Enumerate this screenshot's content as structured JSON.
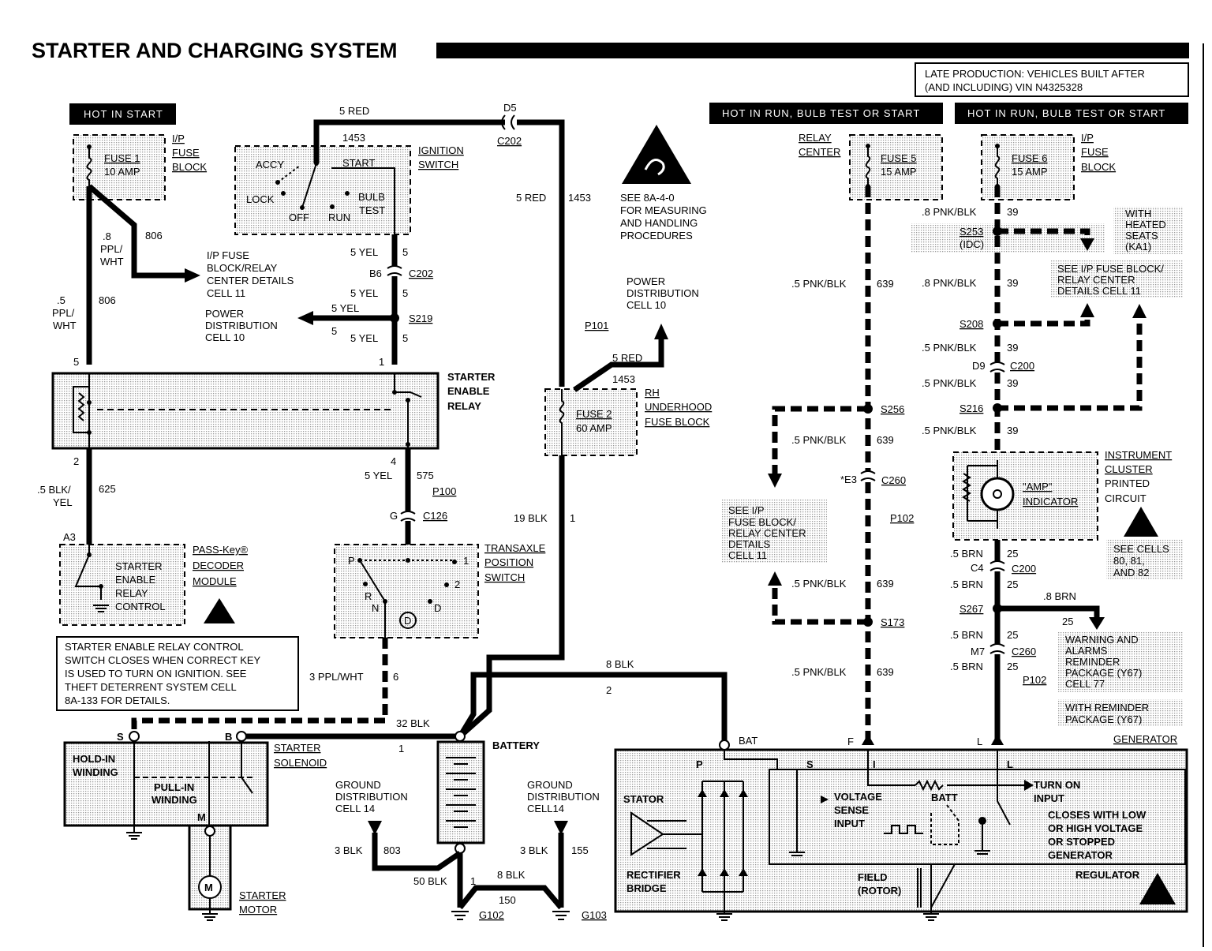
{
  "title": "STARTER AND CHARGING SYSTEM",
  "production_note": [
    "LATE PRODUCTION:  VEHICLES BUILT AFTER",
    "(AND INCLUDING) VIN N4325328"
  ],
  "headers": {
    "hot_start": "HOT IN START",
    "hot_run_1": "HOT IN RUN, BULB TEST OR START",
    "hot_run_2": "HOT IN RUN, BULB TEST OR START"
  },
  "components": {
    "ip_fuse_block": [
      "I/P",
      "FUSE",
      "BLOCK"
    ],
    "fuse1": [
      "FUSE 1",
      "10 AMP"
    ],
    "ignition_switch": [
      "IGNITION",
      "SWITCH"
    ],
    "ign_positions": [
      "ACCY",
      "START",
      "LOCK",
      "OFF",
      "RUN",
      "BULB",
      "TEST"
    ],
    "starter_enable_relay": [
      "STARTER",
      "ENABLE",
      "RELAY"
    ],
    "passkey": [
      "PASS-Key®",
      "DECODER",
      "MODULE"
    ],
    "passkey_inner": [
      "STARTER",
      "ENABLE",
      "RELAY",
      "CONTROL"
    ],
    "transaxle": [
      "TRANSAXLE",
      "POSITION",
      "SWITCH"
    ],
    "transaxle_positions": [
      "P",
      "1",
      "2",
      "R",
      "N",
      "D",
      "D"
    ],
    "rh_underhood": [
      "RH",
      "UNDERHOOD",
      "FUSE BLOCK"
    ],
    "fuse2": [
      "FUSE 2",
      "60 AMP"
    ],
    "relay_center": [
      "RELAY",
      "CENTER"
    ],
    "fuse5": [
      "FUSE 5",
      "15 AMP"
    ],
    "fuse6": [
      "FUSE 6",
      "15 AMP"
    ],
    "ip_fuse_block_right": [
      "I/P",
      "FUSE",
      "BLOCK"
    ],
    "instrument_cluster": [
      "INSTRUMENT",
      "CLUSTER",
      "PRINTED",
      "CIRCUIT"
    ],
    "amp_indicator": [
      "\"AMP\"",
      "INDICATOR"
    ],
    "starter_solenoid": [
      "STARTER",
      "SOLENOID"
    ],
    "hold_in": [
      "HOLD-IN",
      "WINDING"
    ],
    "pull_in": [
      "PULL-IN",
      "WINDING"
    ],
    "starter_motor": [
      "STARTER",
      "MOTOR"
    ],
    "motor_symbol": "M",
    "battery": "BATTERY",
    "generator": "GENERATOR",
    "stator": "STATOR",
    "rectifier": [
      "RECTIFIER",
      "BRIDGE"
    ],
    "voltage_sense": [
      "VOLTAGE",
      "SENSE",
      "INPUT"
    ],
    "batt": "BATT",
    "turn_on": [
      "TURN ON",
      "INPUT"
    ],
    "closes": [
      "CLOSES WITH LOW",
      "OR HIGH VOLTAGE",
      "OR STOPPED",
      "GENERATOR"
    ],
    "field": [
      "FIELD",
      "(ROTOR)"
    ],
    "regulator": "REGULATOR"
  },
  "notes": {
    "esd_note": [
      "SEE 8A-4-0",
      "FOR MEASURING",
      "AND HANDLING",
      "PROCEDURES"
    ],
    "power_dist_upper": [
      "POWER",
      "DISTRIBUTION",
      "CELL 10"
    ],
    "power_dist_left": [
      "POWER",
      "DISTRIBUTION",
      "CELL 10"
    ],
    "ip_details_left": [
      "I/P FUSE",
      "BLOCK/RELAY",
      "CENTER DETAILS",
      "CELL 11"
    ],
    "ip_details_mid": [
      "SEE I/P",
      "FUSE BLOCK/",
      "RELAY CENTER",
      "DETAILS",
      "CELL 11"
    ],
    "ip_details_right": [
      "SEE I/P FUSE BLOCK/",
      "RELAY CENTER",
      "DETAILS CELL 11"
    ],
    "heated_seats": [
      "WITH",
      "HEATED",
      "SEATS",
      "(KA1)"
    ],
    "see_cells": [
      "SEE CELLS",
      "80, 81,",
      "AND 82"
    ],
    "warning": [
      "WARNING AND",
      "ALARMS",
      "REMINDER",
      "PACKAGE (Y67)",
      "CELL 77"
    ],
    "with_reminder": [
      "WITH REMINDER",
      "PACKAGE (Y67)"
    ],
    "ground_left": [
      "GROUND",
      "DISTRIBUTION",
      "CELL 14"
    ],
    "ground_right": [
      "GROUND",
      "DISTRIBUTION",
      "CELL14"
    ],
    "relay_note": [
      "STARTER ENABLE RELAY CONTROL",
      "SWITCH CLOSES WHEN CORRECT KEY",
      "IS USED TO TURN ON IGNITION.  SEE",
      "THEFT DETERRENT SYSTEM CELL",
      "8A-133 FOR DETAILS."
    ]
  },
  "wire_labels": {
    "red5_top": "5 RED",
    "w1453_top": "1453",
    "d5": "D5",
    "c202_top": "C202",
    "red5_mid": "5 RED",
    "w1453_mid": "1453",
    "yel5_a": "5 YEL",
    "n5_a": "5",
    "b6": "B6",
    "c202_b": "C202",
    "yel5_b": "5 YEL",
    "n5_b": "5",
    "s219": "S219",
    "yel5_c": "5 YEL",
    "n5_c": "5",
    "yel5_d": "5 YEL",
    "n5_d": "5",
    "ppl8": [
      ".8",
      "PPL/",
      "WHT"
    ],
    "w806_a": "806",
    "ppl5": [
      ".5",
      "PPL/",
      "WHT"
    ],
    "w806_b": "806",
    "pin5": "5",
    "pin1": "1",
    "pin2": "2",
    "pin4": "4",
    "blk5": [
      ".5 BLK/",
      "YEL"
    ],
    "w625": "625",
    "a3": "A3",
    "yel5_e": "5 YEL",
    "w575": "575",
    "p100": "P100",
    "g": "G",
    "c126": "C126",
    "p101": "P101",
    "red5_c": "5 RED",
    "w1453_c": "1453",
    "blk19": "19 BLK",
    "n1_a": "1",
    "ppl3": "3 PPL/WHT",
    "n6": "6",
    "blk8": "8 BLK",
    "n2": "2",
    "blk32": "32 BLK",
    "n1_b": "1",
    "s_term": "S",
    "b_term": "B",
    "m_term": "M",
    "blk3_a": "3 BLK",
    "w803": "803",
    "blk3_b": "3 BLK",
    "w155": "155",
    "blk50": "50 BLK",
    "n1_c": "1",
    "blk8_b": "8 BLK",
    "w150": "150",
    "g102": "G102",
    "g103": "G103",
    "bat": "BAT",
    "p": "P",
    "s": "S",
    "f": "F",
    "i": "I",
    "l_a": "L",
    "l_b": "L",
    "pnk5_a": ".5 PNK/BLK",
    "w639_a": "639",
    "s256": "S256",
    "pnk5_b": ".5 PNK/BLK",
    "w639_b": "639",
    "e3": "*E3",
    "c260_a": "C260",
    "p102_a": "P102",
    "pnk5_c": ".5 PNK/BLK",
    "w639_c": "639",
    "s173": "S173",
    "pnk5_d": ".5 PNK/BLK",
    "w639_d": "639",
    "pnk8_a": ".8 PNK/BLK",
    "w39_a": "39",
    "s253": "S253",
    "idc": "(IDC)",
    "pnk8_b": ".8 PNK/BLK",
    "w39_b": "39",
    "s208": "S208",
    "pnk5_e": ".5 PNK/BLK",
    "w39_c": "39",
    "d9": "D9",
    "c200_a": "C200",
    "pnk5_f": ".5 PNK/BLK",
    "w39_d": "39",
    "s216": "S216",
    "pnk5_g": ".5 PNK/BLK",
    "w39_e": "39",
    "brn5_a": ".5 BRN",
    "w25_a": "25",
    "c4": "C4",
    "c200_b": "C200",
    "brn5_b": ".5 BRN",
    "w25_b": "25",
    "s267": "S267",
    "brn8": ".8 BRN",
    "w25_c": "25",
    "brn5_c": ".5 BRN",
    "w25_d": "25",
    "m7": "M7",
    "c260_b": "C260",
    "brn5_d": ".5 BRN",
    "w25_e": "25",
    "p102_b": "P102"
  }
}
